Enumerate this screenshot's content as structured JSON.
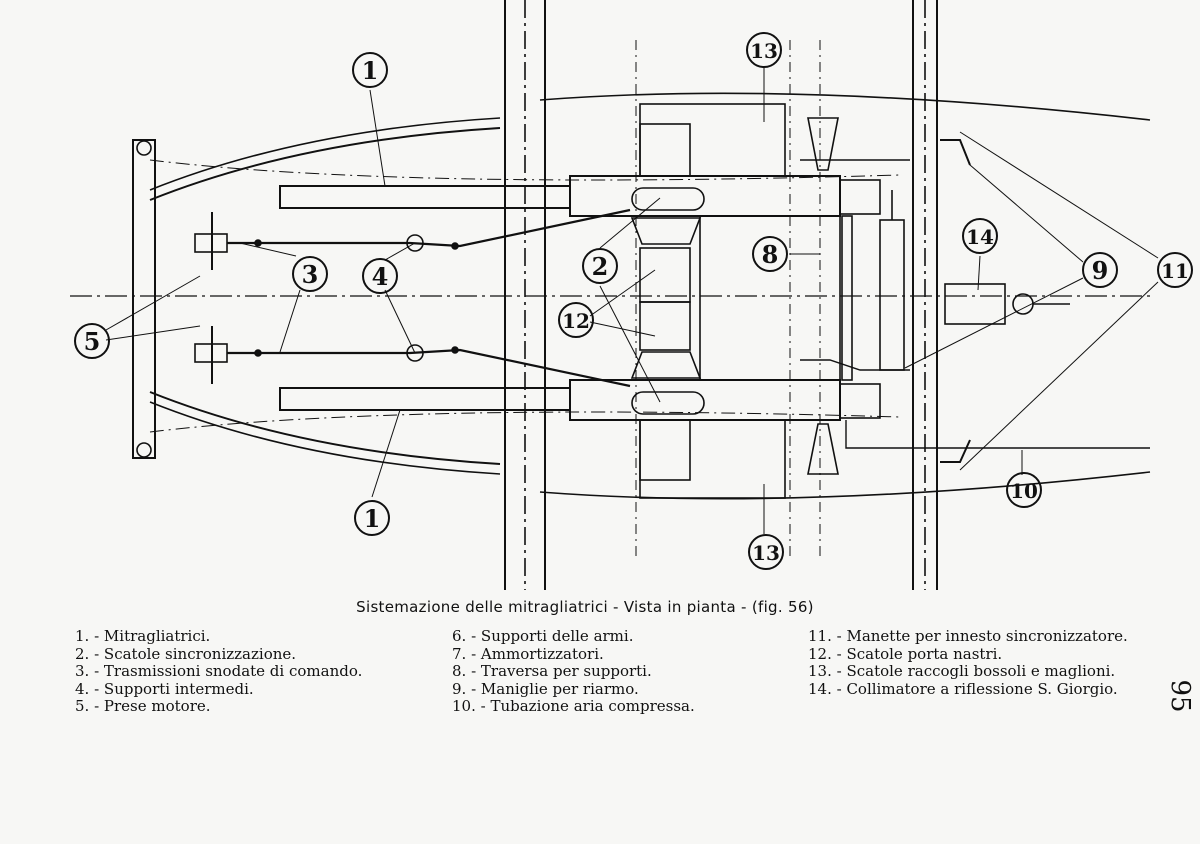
{
  "diagram": {
    "callouts": [
      "1",
      "1",
      "2",
      "2",
      "3",
      "4",
      "5",
      "8",
      "9",
      "10",
      "11",
      "12",
      "13",
      "13",
      "14"
    ]
  },
  "caption": "Sistemazione delle mitragliatrici - Vista in pianta - (fig. 56)",
  "legend": {
    "col1": [
      "1. - Mitragliatrici.",
      "2. - Scatole sincronizzazione.",
      "3. - Trasmissioni snodate di comando.",
      "4. - Supporti intermedi.",
      "5. - Prese motore."
    ],
    "col2": [
      "6. - Supporti delle armi.",
      "7. - Ammortizzatori.",
      "8. - Traversa per supporti.",
      "9. - Maniglie per riarmo.",
      "10. - Tubazione aria compressa."
    ],
    "col3": [
      "11. - Manette per innesto sincronizzatore.",
      "12. - Scatole porta nastri.",
      "13. - Scatole raccogli bossoli e maglioni.",
      "14. - Collimatore a riflessione S. Giorgio."
    ]
  },
  "page_number": "95",
  "colors": {
    "ink": "#111111",
    "paper": "#f7f7f5"
  }
}
